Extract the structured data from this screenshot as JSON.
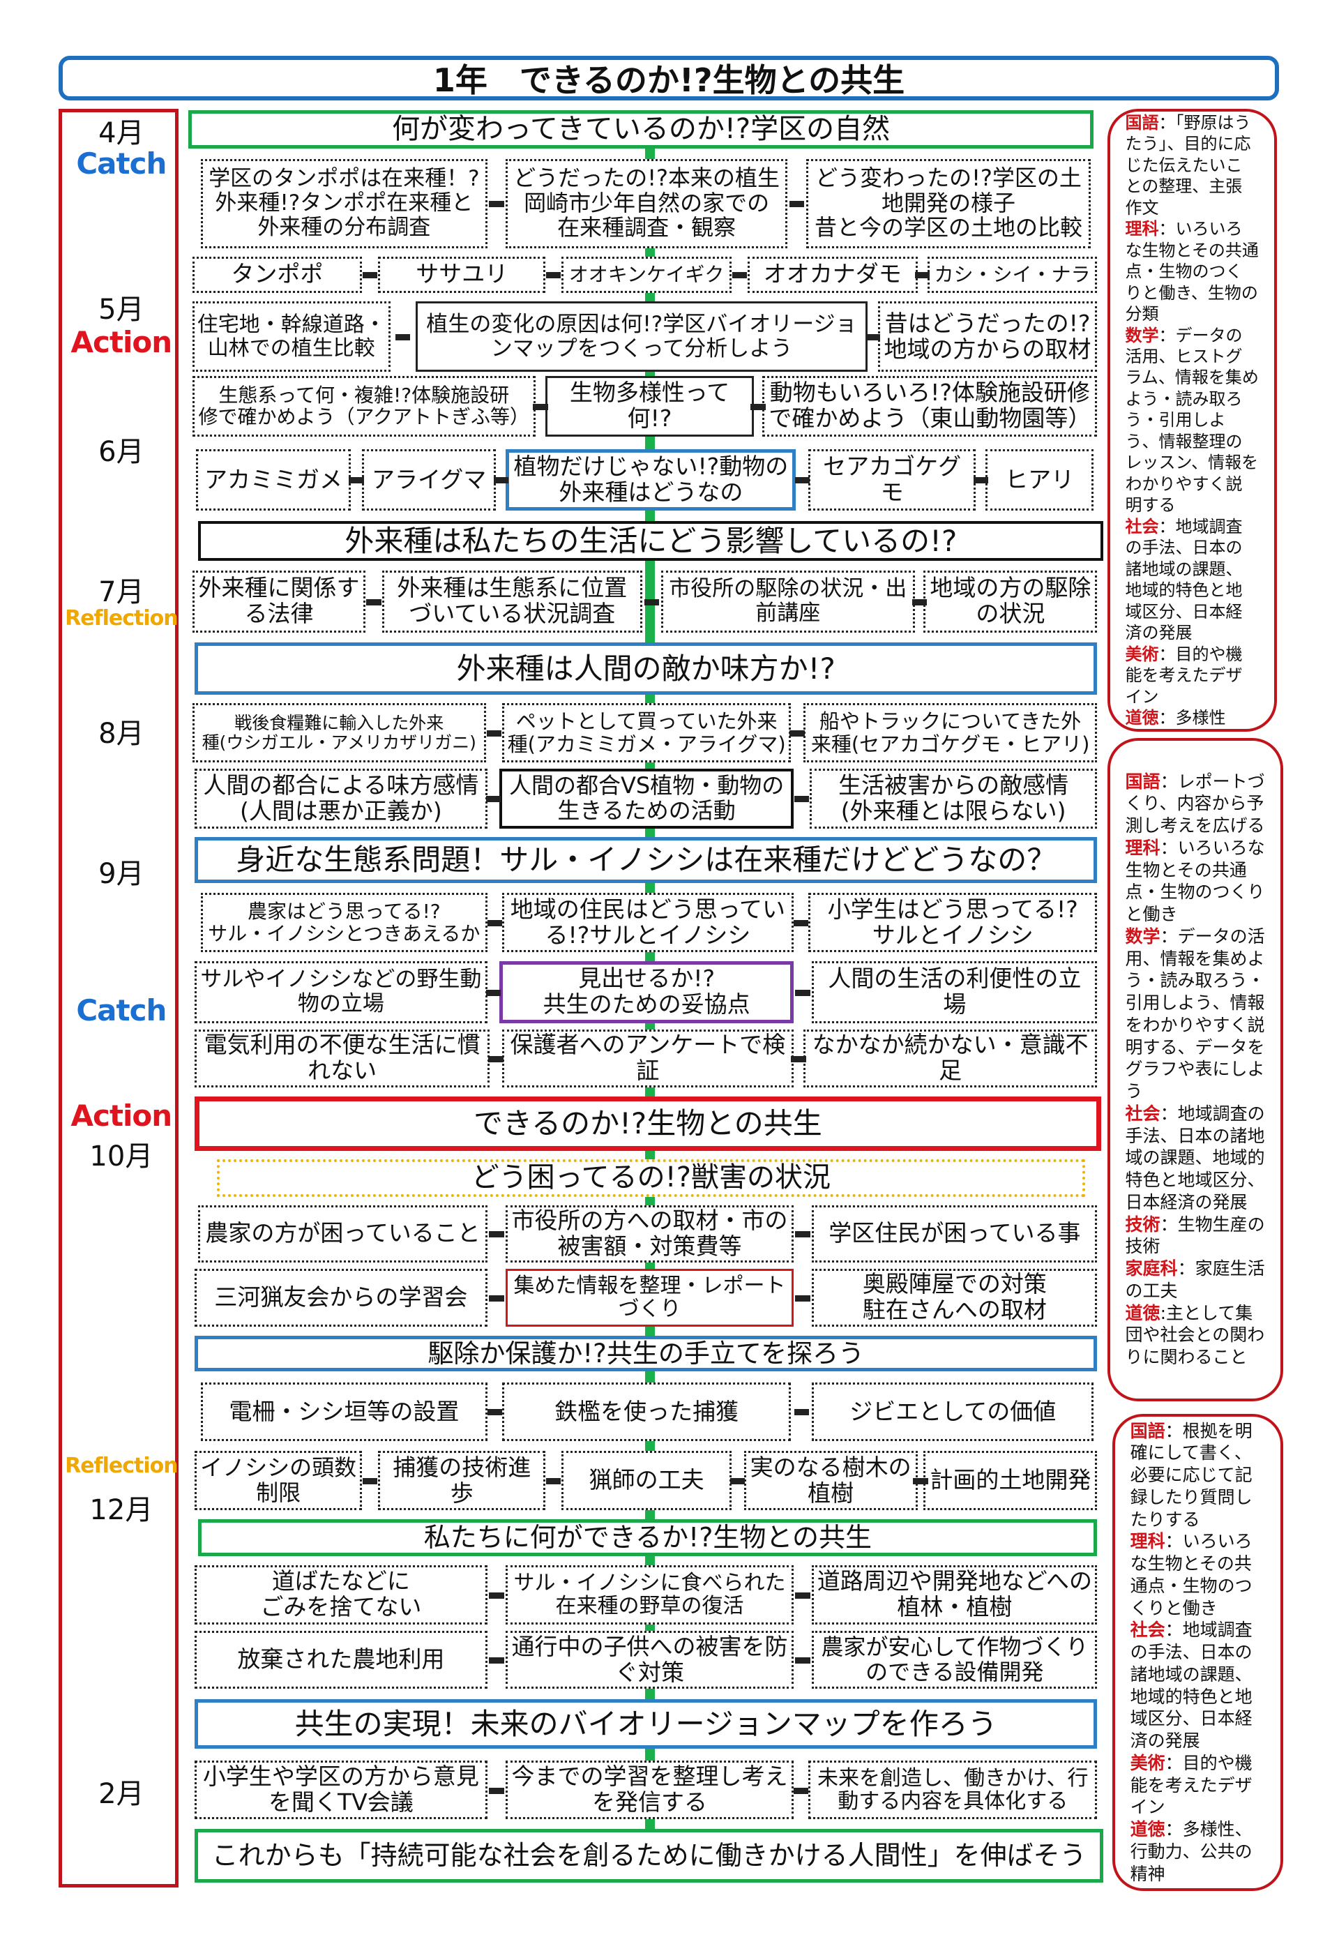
{
  "title": "1年　できるのか!?生物との共生",
  "months": [
    {
      "text": "4月",
      "color": "#111111"
    },
    {
      "text": "Catch",
      "color": "#1a6fd0"
    },
    {
      "text": "5月",
      "color": "#111111"
    },
    {
      "text": "Action",
      "color": "#e0141e"
    },
    {
      "text": "6月",
      "color": "#111111"
    },
    {
      "text": "7月",
      "color": "#111111"
    },
    {
      "text": "Reflection",
      "color": "#f0a800"
    },
    {
      "text": "8月",
      "color": "#111111"
    },
    {
      "text": "9月",
      "color": "#111111"
    },
    {
      "text": "Catch",
      "color": "#1a6fd0"
    },
    {
      "text": "Action",
      "color": "#e0141e"
    },
    {
      "text": "10月",
      "color": "#111111"
    },
    {
      "text": "Reflection",
      "color": "#f0a800"
    },
    {
      "text": "12月",
      "color": "#111111"
    },
    {
      "text": "2月",
      "color": "#111111"
    }
  ],
  "rows": [
    [
      "何が変わってきているのか!?学区の自然"
    ],
    [
      "学区のタンポポは在来種！?\n外来種!?タンポポ在来種と\n外来種の分布調査",
      "どうだったの!?本来の植生\n岡崎市少年自然の家での\n在来種調査・観察",
      "どう変わったの!?学区の土\n地開発の様子\n昔と今の学区の土地の比較"
    ],
    [
      "タンポポ",
      "ササユリ",
      "オオキンケイギク",
      "オオカナダモ",
      "カシ・シイ・ナラ"
    ],
    [
      "住宅地・幹線道路・\n山林での植生比較",
      "植生の変化の原因は何!?学区バイオリージョ\nンマップをつくって分析しよう",
      "昔はどうだったの!?\n地域の方からの取材"
    ],
    [
      "生態系って何・複雑!?体験施設研\n修で確かめよう（アクアトトぎふ等）",
      "生物多様性って何!?",
      "動物もいろいろ!?体験施設研修\nで確かめよう（東山動物園等）"
    ],
    [
      "アカミミガメ",
      "アライグマ",
      "植物だけじゃない!?動物の\n外来種はどうなの",
      "セアカゴケグモ",
      "ヒアリ"
    ],
    [
      "外来種は私たちの生活にどう影響しているの!?"
    ],
    [
      "外来種に関係す\nる法律",
      "外来種は生態系に位置\nづいている状況調査",
      "市役所の駆除の状況・出\n前講座",
      "地域の方の駆除\nの状況"
    ],
    [
      "外来種は人間の敵か味方か!?"
    ],
    [
      "戦後食糧難に輸入した外来\n種(ウシガエル・アメリカザリガニ)",
      "ペットとして買っていた外来\n種(アカミミガメ・アライグマ)",
      "船やトラックについてきた外\n来種(セアカゴケグモ・ヒアリ)"
    ],
    [
      "人間の都合による味方感情\n(人間は悪か正義か)",
      "人間の都合VS植物・動物の\n生きるための活動",
      "生活被害からの敵感情\n(外来種とは限らない)"
    ],
    [
      "身近な生態系問題！サル・イノシシは在来種だけどどうなの？"
    ],
    [
      "農家はどう思ってる!?\nサル・イノシシとつきあえるか",
      "地域の住民はどう思ってい\nる!?サルとイノシシ",
      "小学生はどう思ってる!?\nサルとイノシシ"
    ],
    [
      "サルやイノシシなどの野生動\n物の立場",
      "見出せるか!?\n共生のための妥協点",
      "人間の生活の利便性の立\n場"
    ],
    [
      "電気利用の不便な生活に慣\nれない",
      "保護者へのアンケートで検証",
      "なかなか続かない・意識不足"
    ],
    [
      "できるのか!?生物との共生"
    ],
    [
      "どう困ってるの!?獣害の状況"
    ],
    [
      "農家の方が困っていること",
      "市役所の方への取材・市の\n被害額・対策費等",
      "学区住民が困っている事"
    ],
    [
      "三河猟友会からの学習会",
      "集めた情報を整理・レポート\nづくり",
      "奥殿陣屋での対策\n駐在さんへの取材"
    ],
    [
      "駆除か保護か!?共生の手立てを探ろう"
    ],
    [
      "電柵・シシ垣等の設置",
      "鉄檻を使った捕獲",
      "ジビエとしての価値"
    ],
    [
      "イノシシの頭数\n制限",
      "捕獲の技術進歩",
      "猟師の工夫",
      "実のなる樹木の\n植樹",
      "計画的土地開発"
    ],
    [
      "私たちに何ができるか!?生物との共生"
    ],
    [
      "道ばたなどに\nごみを捨てない",
      "サル・イノシシに食べられた\n在来種の野草の復活",
      "道路周辺や開発地などへの\n植林・植樹"
    ],
    [
      "放棄された農地利用",
      "通行中の子供への被害を防\nぐ対策",
      "農家が安心して作物づくり\nのできる設備開発"
    ],
    [
      "共生の実現！未来のバイオリージョンマップを作ろう"
    ],
    [
      "小学生や学区の方から意見\nを聞くTV会議",
      "今までの学習を整理し考え\nを発信する",
      "未来を創造し、働きかけ、行\n動する内容を具体化する"
    ],
    [
      "これからも「持続可能な社会を創るために働きかける人間性」を伸ばそう"
    ]
  ],
  "panels": [
    [
      {
        "subject": "国語",
        "text": "：「野原はうたう」、目的に応じた伝えたいことの整理、主張作文"
      },
      {
        "subject": "理科",
        "text": "：いろいろな生物とその共通点・生物のつくりと働き、生物の分類"
      },
      {
        "subject": "数学",
        "text": "：データの活用、ヒストグラム、情報を集めよう・読み取ろう・引用しよう、情報整理のレッスン、情報をわかりやすく説明する"
      },
      {
        "subject": "社会",
        "text": "：地域調査の手法、日本の諸地域の課題、地域的特色と地域区分、日本経済の発展"
      },
      {
        "subject": "美術",
        "text": "：目的や機能を考えたデザイン"
      },
      {
        "subject": "道徳",
        "text": "：多様性"
      }
    ],
    [
      {
        "subject": "国語",
        "text": "：レポートづくり、内容から予測し考えを広げる"
      },
      {
        "subject": "理科",
        "text": "：いろいろな生物とその共通点・生物のつくりと働き"
      },
      {
        "subject": "数学",
        "text": "：データの活用、情報を集めよう・読み取ろう・引用しよう、情報をわかりやすく説明する、データをグラフや表にしよう"
      },
      {
        "subject": "社会",
        "text": "：地域調査の手法、日本の諸地域の課題、地域的特色と地域区分、日本経済の発展"
      },
      {
        "subject": "技術",
        "text": "：生物生産の技術"
      },
      {
        "subject": "家庭科",
        "text": "：家庭生活の工夫"
      },
      {
        "subject": "道徳",
        "text": ":主として集団や社会との関わりに関わること"
      }
    ],
    [
      {
        "subject": "国語",
        "text": "：根拠を明確にして書く、必要に応じて記録したり質問したりする"
      },
      {
        "subject": "理科",
        "text": "：いろいろな生物とその共通点・生物のつくりと働き"
      },
      {
        "subject": "社会",
        "text": "：地域調査の手法、日本の諸地域の課題、地域的特色と地域区分、日本経済の発展"
      },
      {
        "subject": "美術",
        "text": "：目的や機能を考えたデザイン"
      },
      {
        "subject": "道徳",
        "text": "：多様性、行動力、公共の精神"
      }
    ]
  ]
}
